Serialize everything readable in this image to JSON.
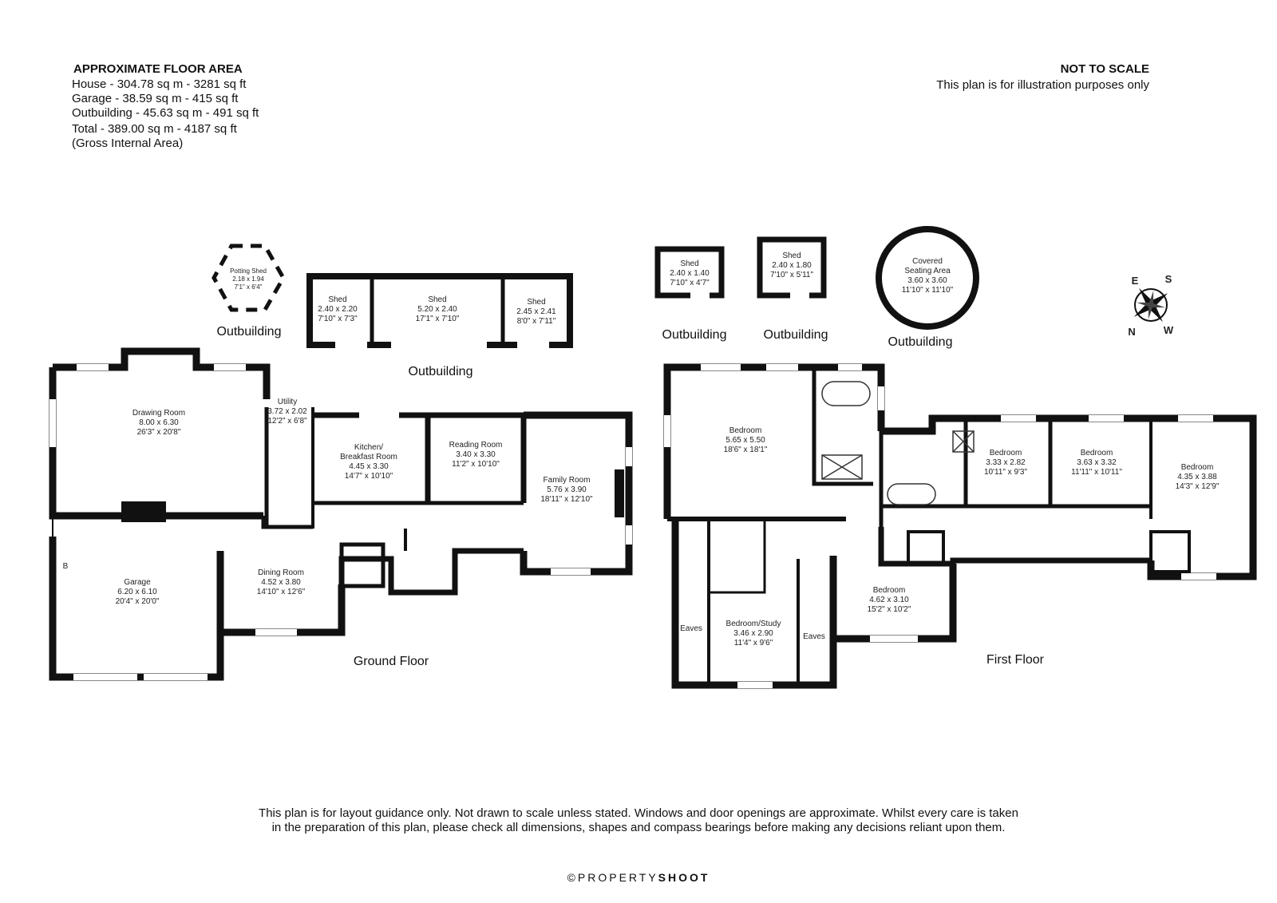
{
  "header": {
    "area_title": "APPROXIMATE FLOOR AREA",
    "area_lines": [
      "House - 304.78 sq m - 3281 sq ft",
      "Garage - 38.59 sq m - 415 sq ft",
      "Outbuilding - 45.63 sq m - 491 sq ft",
      "Total - 389.00 sq m - 4187 sq ft",
      "(Gross Internal Area)"
    ],
    "scale_title": "NOT TO SCALE",
    "scale_note": "This plan is for illustration purposes only"
  },
  "floors": {
    "ground": "Ground Floor",
    "first": "First Floor"
  },
  "outbuilding_label": "Outbuilding",
  "rooms": {
    "potting_shed": [
      "Potting Shed",
      "2.18 x 1.94",
      "7'1\" x 6'4\""
    ],
    "shed_a": [
      "Shed",
      "2.40 x 2.20",
      "7'10\" x 7'3\""
    ],
    "shed_b": [
      "Shed",
      "5.20 x 2.40",
      "17'1\" x 7'10\""
    ],
    "shed_c": [
      "Shed",
      "2.45 x 2.41",
      "8'0\" x 7'11\""
    ],
    "shed_d": [
      "Shed",
      "2.40 x 1.40",
      "7'10\" x 4'7\""
    ],
    "shed_e": [
      "Shed",
      "2.40 x 1.80",
      "7'10\" x 5'11\""
    ],
    "seating": [
      "Covered",
      "Seating Area",
      "3.60 x 3.60",
      "11'10\" x 11'10\""
    ],
    "drawing": [
      "Drawing Room",
      "8.00 x 6.30",
      "26'3\" x 20'8\""
    ],
    "utility": [
      "Utility",
      "3.72 x 2.02",
      "12'2\" x 6'8\""
    ],
    "kitchen": [
      "Kitchen/",
      "Breakfast Room",
      "4.45 x 3.30",
      "14'7\" x 10'10\""
    ],
    "reading": [
      "Reading Room",
      "3.40 x 3.30",
      "11'2\" x 10'10\""
    ],
    "family": [
      "Family Room",
      "5.76 x 3.90",
      "18'11\" x 12'10\""
    ],
    "garage": [
      "Garage",
      "6.20 x 6.10",
      "20'4\" x 20'0\""
    ],
    "dining": [
      "Dining Room",
      "4.52 x 3.80",
      "14'10\" x 12'6\""
    ],
    "bed1": [
      "Bedroom",
      "5.65 x 5.50",
      "18'6\" x 18'1\""
    ],
    "bed2": [
      "Bedroom",
      "3.33 x 2.82",
      "10'11\" x 9'3\""
    ],
    "bed3": [
      "Bedroom",
      "3.63 x 3.32",
      "11'11\" x 10'11\""
    ],
    "bed4": [
      "Bedroom",
      "4.35 x 3.88",
      "14'3\" x 12'9\""
    ],
    "bed5": [
      "Bedroom",
      "4.62 x 3.10",
      "15'2\" x 10'2\""
    ],
    "study": [
      "Bedroom/Study",
      "3.46 x 2.90",
      "11'4\" x 9'6\""
    ],
    "eaves_l": [
      "Eaves"
    ],
    "eaves_r": [
      "Eaves"
    ]
  },
  "compass": [
    "N",
    "E",
    "S",
    "W"
  ],
  "garage_mark": "B",
  "disclaimer": [
    "This plan is for layout guidance only. Not drawn to scale unless stated. Windows and door openings are approximate. Whilst every care is taken",
    "in the preparation of this plan, please check all dimensions, shapes and compass bearings before making any decisions reliant upon them."
  ],
  "brand": {
    "symbol": "©",
    "light": "PROPERTY",
    "bold": "SHOOT"
  }
}
